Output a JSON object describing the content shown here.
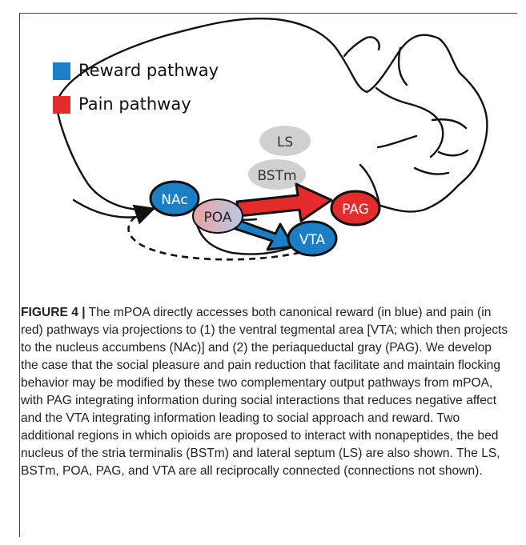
{
  "legend": {
    "reward": {
      "label": "Reward pathway",
      "color": "#1b7fc6"
    },
    "pain": {
      "label": "Pain pathway",
      "color": "#e42c2c"
    }
  },
  "regions": {
    "ls": "LS",
    "bstm": "BSTm",
    "nac": "NAc",
    "poa": "POA",
    "pag": "PAG",
    "vta": "VTA"
  },
  "caption": {
    "figure_label": "FIGURE 4 |",
    "text": " The mPOA directly accesses both canonical reward (in blue) and pain (in red) pathways via projections to (1) the ventral tegmental area [VTA; which then projects to the nucleus accumbens (NAc)] and (2) the periaqueductal gray (PAG). We develop the case that the social pleasure and pain reduction that facilitate and maintain flocking behavior may be modified by these two complementary output pathways from mPOA, with PAG integrating information during social interactions that reduces negative affect and the VTA integrating information leading to social approach and reward. Two additional regions in which opioids are proposed to interact with nonapeptides, the bed nucleus of the stria terminalis (BSTm) and lateral septum (LS) are also shown. The LS, BSTm, POA, PAG, and VTA are all reciprocally connected (connections not shown)."
  },
  "colors": {
    "reward": "#1b7fc6",
    "pain": "#e42c2c",
    "gray_region": "#cfd0d2",
    "outline": "#111111"
  }
}
